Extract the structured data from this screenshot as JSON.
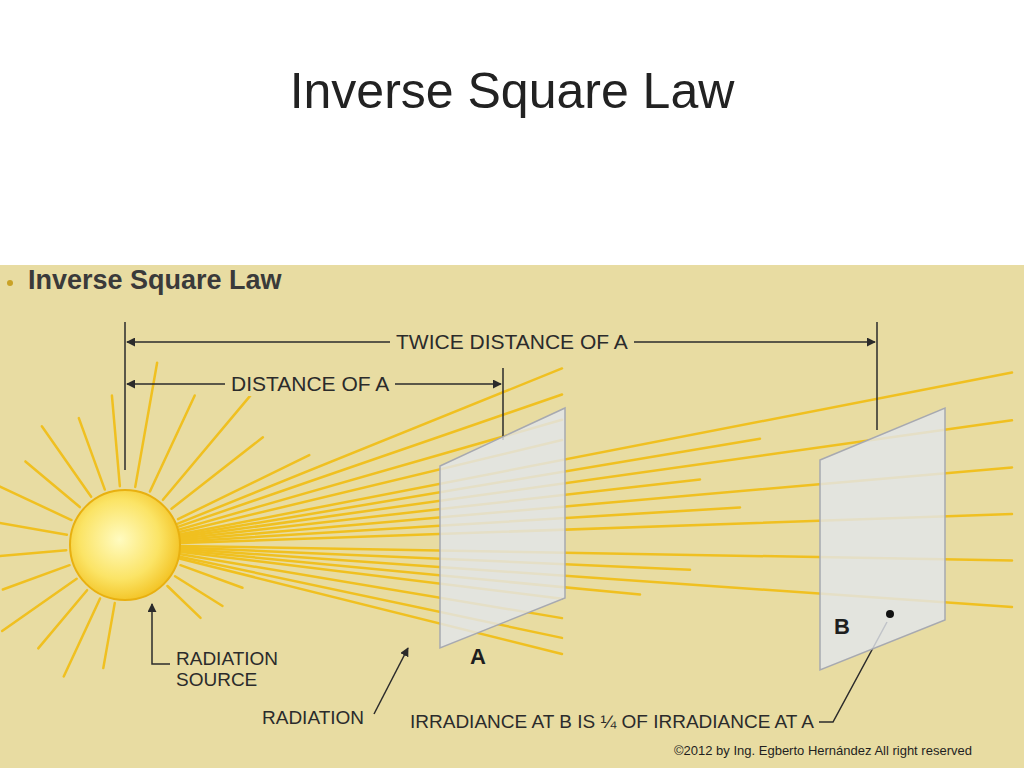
{
  "diagram": {
    "title": "Inverse Square Law",
    "nodes": [
      {
        "text": [
          "A"
        ]
      },
      {
        "text": [
          "B"
        ]
      }
    ],
    "labels": [
      "Inverse Square Law",
      "TWICE DISTANCE OF A",
      "DISTANCE OF A",
      "RADIATION SOURCE",
      "RADIATION",
      "IRRADIANCE AT B IS ¼ OF IRRADIANCE AT A",
      "©2012 by Ing. Egberto Hernández All right reserved"
    ]
  }
}
